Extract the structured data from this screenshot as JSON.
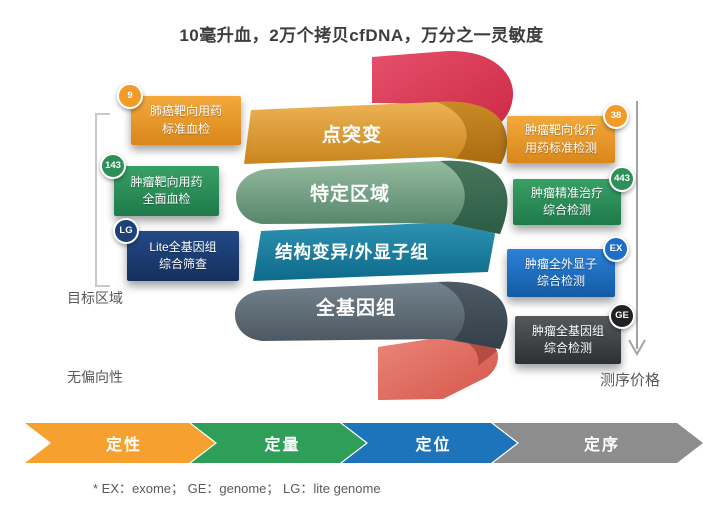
{
  "title": "10毫升血，2万个拷贝cfDNA，万分之一灵敏度",
  "spiral": {
    "bands": [
      {
        "label": "点突变",
        "color": "#dd9c33"
      },
      {
        "label": "特定区域",
        "color": "#6f9d80"
      },
      {
        "label": "结构变异/外显子组",
        "color": "#1b7f9f"
      },
      {
        "label": "全基因组",
        "color": "#5d6b75"
      }
    ],
    "top_ribbon_color": "#d63049",
    "bottom_ribbon_color": "#e0756a"
  },
  "left_panel": {
    "cards": [
      {
        "badge": "9",
        "line1": "肺癌靶向用药",
        "line2": "标准血检",
        "color": "#e8961e"
      },
      {
        "badge": "143",
        "line1": "肿瘤靶向用药",
        "line2": "全面血检",
        "color": "#2e8f5c"
      },
      {
        "badge": "LG",
        "line1": "Lite全基因组",
        "line2": "综合筛查",
        "color": "#1b3d72"
      }
    ],
    "bracket_label": "目标区域",
    "bottom_label": "无偏向性"
  },
  "right_panel": {
    "cards": [
      {
        "badge": "38",
        "line1": "肿瘤靶向化疗",
        "line2": "用药标准检测",
        "color": "#e8951d"
      },
      {
        "badge": "443",
        "line1": "肿瘤精准治疗",
        "line2": "综合检测",
        "color": "#2e8f55"
      },
      {
        "badge": "EX",
        "line1": "肿瘤全外显子",
        "line2": "综合检测",
        "color": "#1e6fc0"
      },
      {
        "badge": "GE",
        "line1": "肿瘤全基因组",
        "line2": "综合检测",
        "color": "#46494b"
      }
    ],
    "arrow_label": "测序价格"
  },
  "flow_bar": {
    "steps": [
      {
        "label": "定性",
        "color": "#f6a12f"
      },
      {
        "label": "定量",
        "color": "#2f9e59"
      },
      {
        "label": "定位",
        "color": "#1e74bb"
      },
      {
        "label": "定序",
        "color": "#8d8d8d"
      }
    ]
  },
  "footnote": "* EX：exome； GE：genome； LG：lite genome"
}
